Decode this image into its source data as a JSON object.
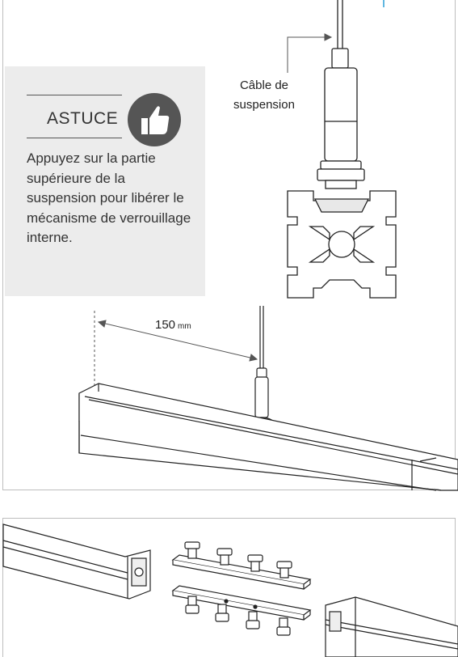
{
  "tip": {
    "title": "ASTUCE",
    "icon": "thumbs-up-icon",
    "text": "Appuyez sur la partie supérieure de la suspension pour libérer le mécanisme de verrouillage interne."
  },
  "labels": {
    "cable": "Câble de suspension",
    "distance_value": "150",
    "distance_unit": "mm"
  },
  "colors": {
    "tip_background": "#ececec",
    "badge": "#555555",
    "line_art": "#222222",
    "accent_line": "#2a9fd6"
  }
}
